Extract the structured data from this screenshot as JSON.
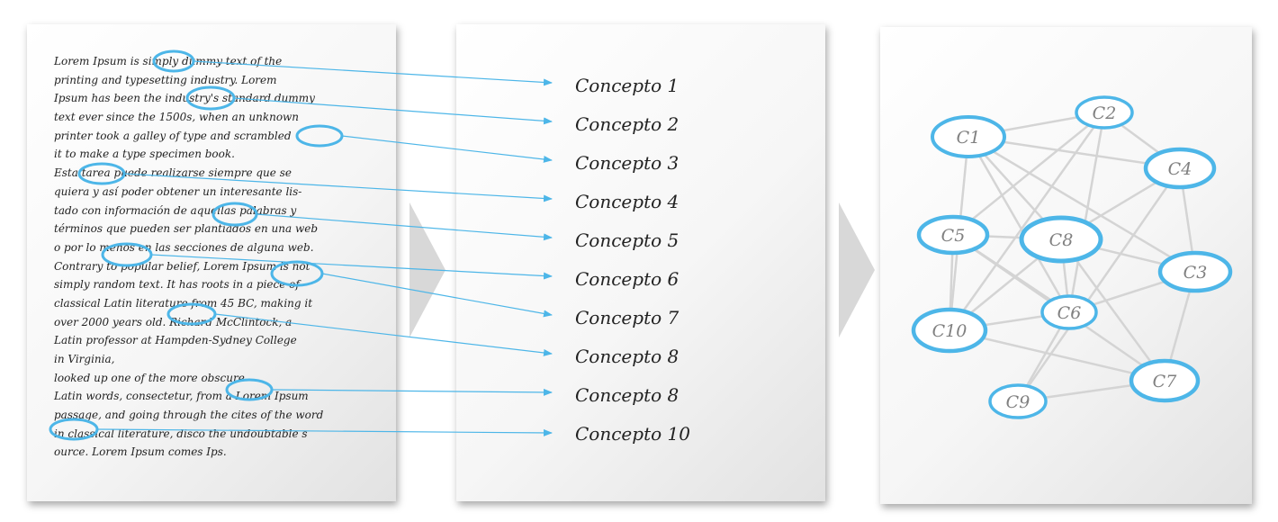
{
  "source_text": [
    "Lorem Ipsum is simply dummy text of the",
    "printing and typesetting industry. Lorem",
    "Ipsum has been the industry's standard dummy",
    "text ever since the 1500s, when an unknown",
    "printer took a galley of type and scrambled",
    " it to make a type specimen book.",
    "Esta tarea puede realizarse siempre que se",
    "quiera y así poder obtener un interesante lis-",
    "tado con información de aquellas palabras y",
    "términos que pueden ser plantiados en una web",
    "o por lo menos en las secciones de alguna web.",
    "Contrary to popular belief, Lorem Ipsum is not",
    "simply random text. It has roots in a piece of",
    " classical Latin literature from 45 BC, making it",
    " over 2000 years old. Richard McClintock, a",
    "Latin professor at Hampden-Sydney College",
    "in Virginia,",
    "looked up one of the more obscure",
    "Latin words, consectetur, from a Lorem Ipsum",
    "passage, and going through the cites of the word",
    "in classical literature, disco the undoubtable s",
    "ource. Lorem Ipsum comes Ips."
  ],
  "concepts": [
    "Concepto 1",
    "Concepto 2",
    "Concepto 3",
    "Concepto 4",
    "Concepto 5",
    "Concepto 6",
    "Concepto 7",
    "Concepto 8",
    "Concepto 8",
    "Concepto 10"
  ],
  "graph_nodes": [
    {
      "id": "C1",
      "label": "C1"
    },
    {
      "id": "C2",
      "label": "C2"
    },
    {
      "id": "C4",
      "label": "C4"
    },
    {
      "id": "C5",
      "label": "C5"
    },
    {
      "id": "C8",
      "label": "C8"
    },
    {
      "id": "C3",
      "label": "C3"
    },
    {
      "id": "C6",
      "label": "C6"
    },
    {
      "id": "C10",
      "label": "C10"
    },
    {
      "id": "C7",
      "label": "C7"
    },
    {
      "id": "C9",
      "label": "C9"
    }
  ],
  "graph_edges": [
    [
      "C1",
      "C2"
    ],
    [
      "C1",
      "C4"
    ],
    [
      "C1",
      "C8"
    ],
    [
      "C1",
      "C3"
    ],
    [
      "C1",
      "C6"
    ],
    [
      "C1",
      "C10"
    ],
    [
      "C2",
      "C4"
    ],
    [
      "C2",
      "C5"
    ],
    [
      "C2",
      "C6"
    ],
    [
      "C2",
      "C10"
    ],
    [
      "C4",
      "C8"
    ],
    [
      "C4",
      "C3"
    ],
    [
      "C4",
      "C9"
    ],
    [
      "C5",
      "C8"
    ],
    [
      "C5",
      "C6"
    ],
    [
      "C5",
      "C10"
    ],
    [
      "C5",
      "C7"
    ],
    [
      "C8",
      "C3"
    ],
    [
      "C8",
      "C6"
    ],
    [
      "C8",
      "C10"
    ],
    [
      "C8",
      "C7"
    ],
    [
      "C3",
      "C6"
    ],
    [
      "C3",
      "C7"
    ],
    [
      "C6",
      "C10"
    ],
    [
      "C6",
      "C9"
    ],
    [
      "C10",
      "C7"
    ],
    [
      "C9",
      "C7"
    ]
  ],
  "colors": {
    "accent": "#4db6e8",
    "edge": "#d4d4d4",
    "node_text": "#808080"
  }
}
